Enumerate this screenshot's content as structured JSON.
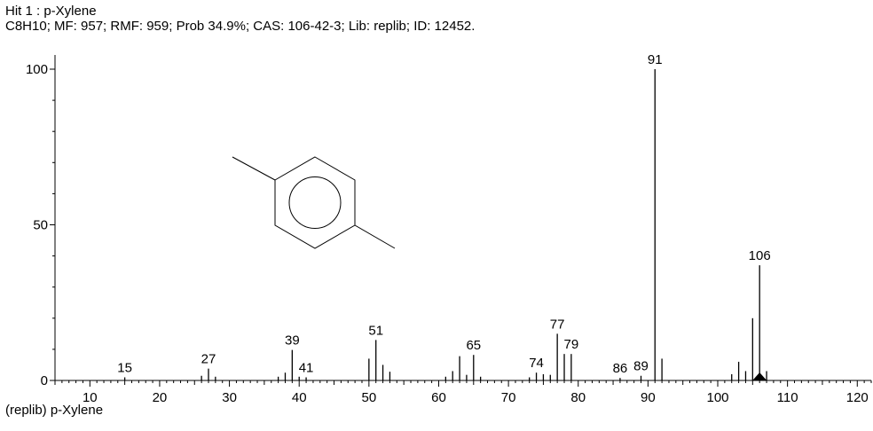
{
  "header": {
    "hit_line": "Hit 1 : p-Xylene",
    "info_line": "C8H10; MF: 957; RMF: 959; Prob 34.9%; CAS: 106-42-3; Lib: replib; ID: 12452."
  },
  "footer": {
    "library_label": "(replib) p-Xylene"
  },
  "chart_data": {
    "type": "bar",
    "title": "",
    "xlabel": "",
    "ylabel": "",
    "xlim": [
      5,
      122
    ],
    "ylim": [
      0,
      100
    ],
    "x_ticks": [
      10,
      20,
      30,
      40,
      50,
      60,
      70,
      80,
      90,
      100,
      110,
      120
    ],
    "y_ticks": [
      0,
      50,
      100
    ],
    "grid": false,
    "peaks": [
      {
        "mz": 15,
        "intensity": 1.0,
        "label": "15"
      },
      {
        "mz": 26,
        "intensity": 1.5
      },
      {
        "mz": 27,
        "intensity": 3.8,
        "label": "27"
      },
      {
        "mz": 28,
        "intensity": 1.2
      },
      {
        "mz": 37,
        "intensity": 1.2
      },
      {
        "mz": 38,
        "intensity": 2.5
      },
      {
        "mz": 39,
        "intensity": 9.8,
        "label": "39"
      },
      {
        "mz": 40,
        "intensity": 1.2
      },
      {
        "mz": 41,
        "intensity": 1.0,
        "label": "41"
      },
      {
        "mz": 50,
        "intensity": 7.0
      },
      {
        "mz": 51,
        "intensity": 13.0,
        "label": "51"
      },
      {
        "mz": 52,
        "intensity": 5.0
      },
      {
        "mz": 53,
        "intensity": 2.8
      },
      {
        "mz": 61,
        "intensity": 1.2
      },
      {
        "mz": 62,
        "intensity": 3.0
      },
      {
        "mz": 63,
        "intensity": 7.8
      },
      {
        "mz": 64,
        "intensity": 1.8
      },
      {
        "mz": 65,
        "intensity": 8.2,
        "label": "65"
      },
      {
        "mz": 66,
        "intensity": 1.2
      },
      {
        "mz": 73,
        "intensity": 1.0
      },
      {
        "mz": 74,
        "intensity": 2.5,
        "label": "74"
      },
      {
        "mz": 75,
        "intensity": 2.0
      },
      {
        "mz": 76,
        "intensity": 1.8
      },
      {
        "mz": 77,
        "intensity": 15.0,
        "label": "77"
      },
      {
        "mz": 78,
        "intensity": 8.5
      },
      {
        "mz": 79,
        "intensity": 8.5,
        "label": "79"
      },
      {
        "mz": 86,
        "intensity": 0.8,
        "label": "86"
      },
      {
        "mz": 89,
        "intensity": 1.5,
        "label": "89"
      },
      {
        "mz": 91,
        "intensity": 100.0,
        "label": "91"
      },
      {
        "mz": 92,
        "intensity": 7.0
      },
      {
        "mz": 102,
        "intensity": 2.0
      },
      {
        "mz": 103,
        "intensity": 6.0
      },
      {
        "mz": 104,
        "intensity": 3.0
      },
      {
        "mz": 105,
        "intensity": 20.0
      },
      {
        "mz": 106,
        "intensity": 37.0,
        "label": "106"
      },
      {
        "mz": 107,
        "intensity": 3.0
      }
    ],
    "molecular_ion_marker": 106
  }
}
